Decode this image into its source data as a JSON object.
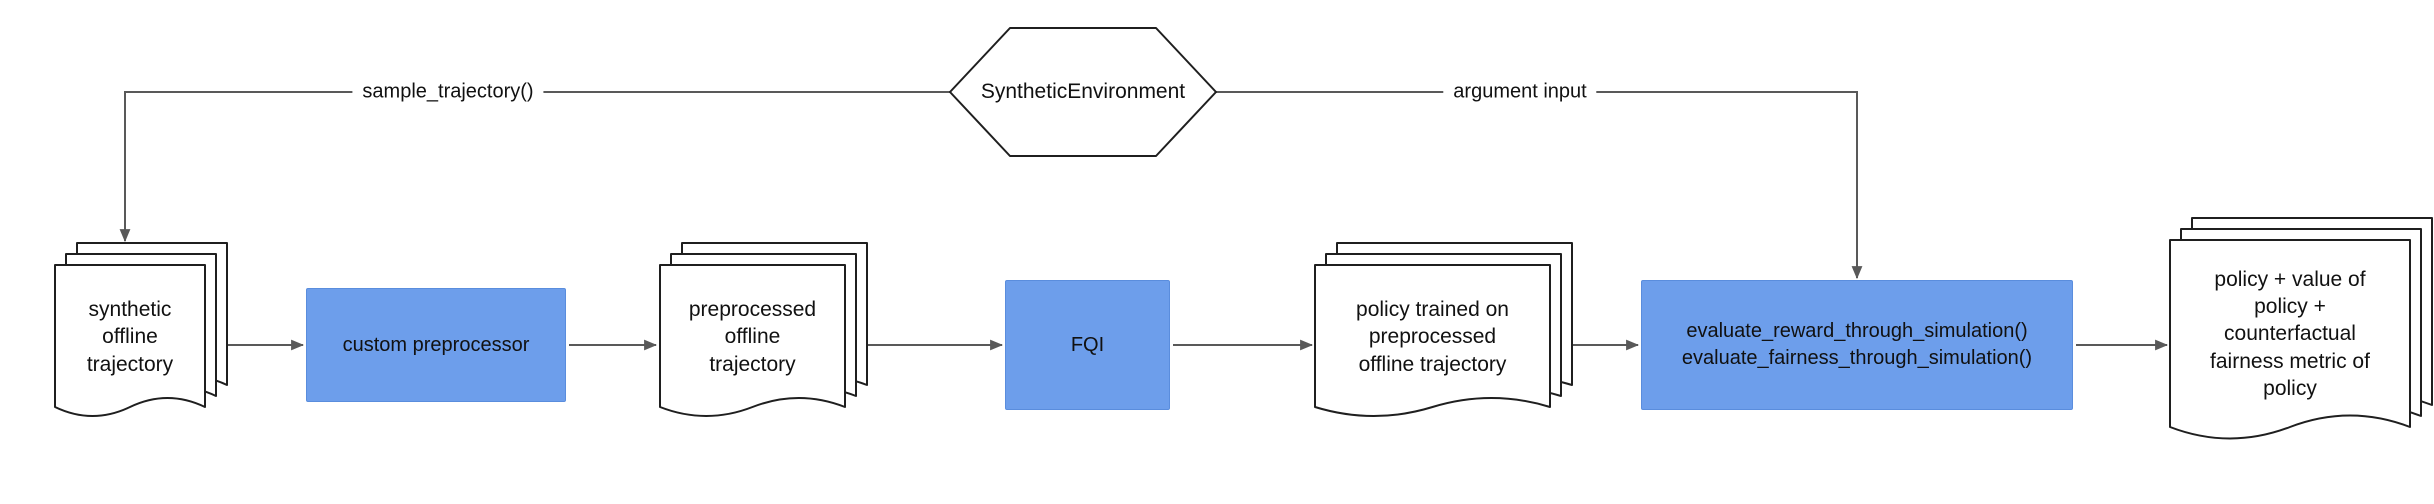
{
  "colors": {
    "background": "#ffffff",
    "box_fill": "#6d9eeb",
    "box_border": "#5a8ddd",
    "shape_stroke": "#1f1f1f",
    "line": "#595959",
    "text": "#111111"
  },
  "hexagon": {
    "label": "SyntheticEnvironment"
  },
  "edges": {
    "sample_trajectory": {
      "label": "sample_trajectory()"
    },
    "argument_input": {
      "label": "argument input"
    }
  },
  "nodes": {
    "synthetic_offline_trajectory": {
      "type": "document-stack",
      "label": "synthetic\noffline\ntrajectory"
    },
    "custom_preprocessor": {
      "type": "process",
      "label": "custom preprocessor"
    },
    "preprocessed_offline_trajectory": {
      "type": "document-stack",
      "label": "preprocessed\noffline\ntrajectory"
    },
    "fqi": {
      "type": "process",
      "label": "FQI"
    },
    "policy_trained": {
      "type": "document-stack",
      "label": "policy trained on\npreprocessed\noffline trajectory"
    },
    "evaluate": {
      "type": "process",
      "label": "evaluate_reward_through_simulation()\nevaluate_fairness_through_simulation()"
    },
    "output": {
      "type": "document-stack",
      "label": "policy + value of\npolicy +\ncounterfactual\nfairness metric of\npolicy"
    }
  }
}
